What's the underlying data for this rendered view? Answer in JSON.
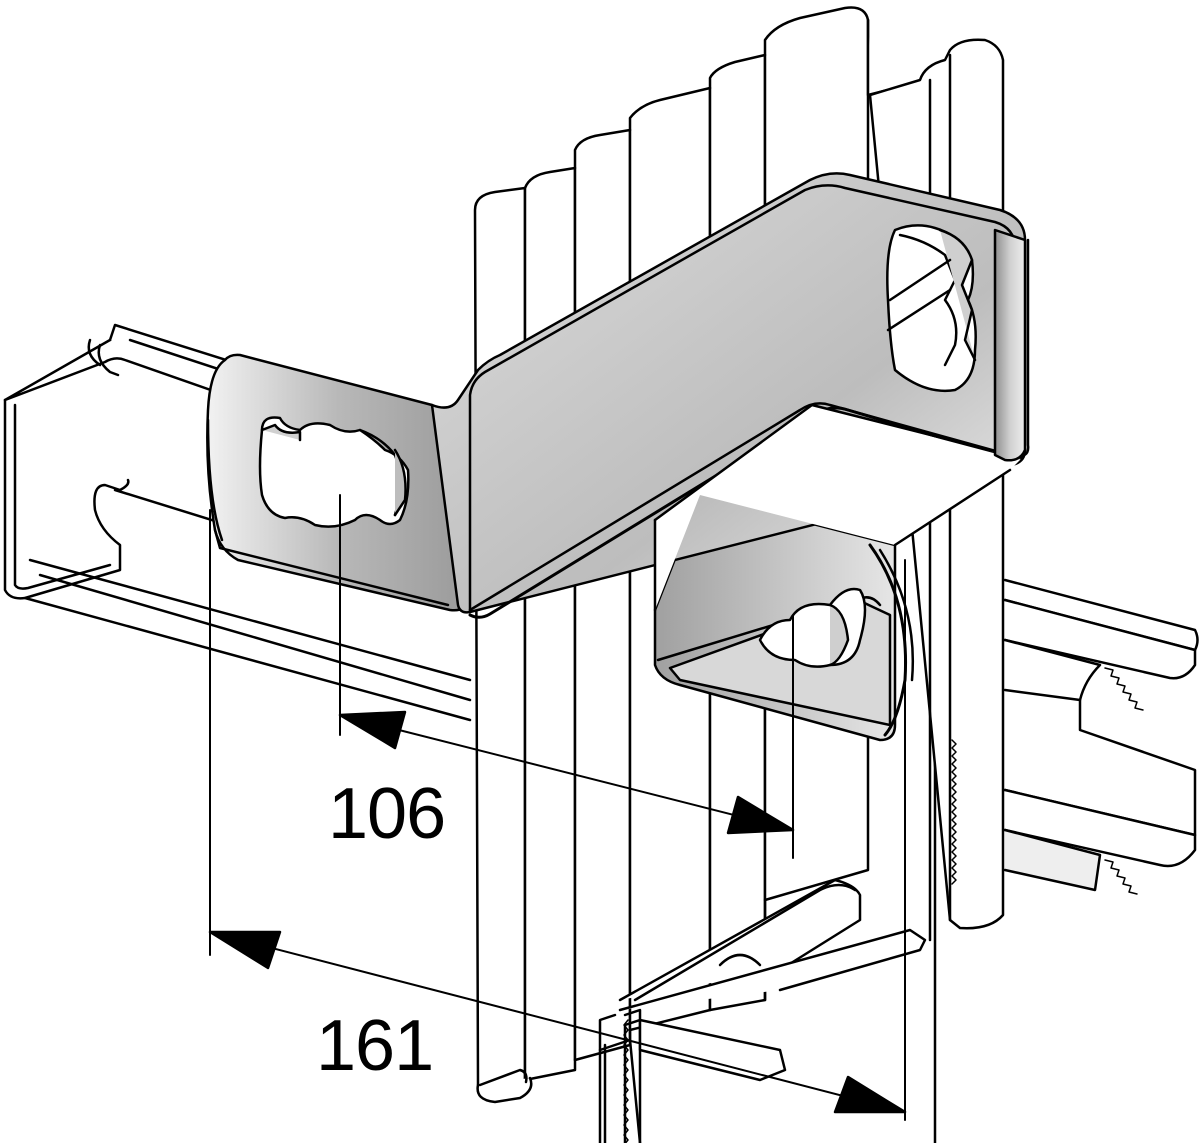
{
  "drawing": {
    "subject": "bracket-connecting-strut-channels",
    "colors": {
      "line": "#000000",
      "background": "#ffffff",
      "metal_light": "#e8e8e8",
      "metal_dark": "#8a8a8a"
    },
    "dimensions": [
      {
        "label": "106"
      },
      {
        "label": "161"
      }
    ]
  }
}
